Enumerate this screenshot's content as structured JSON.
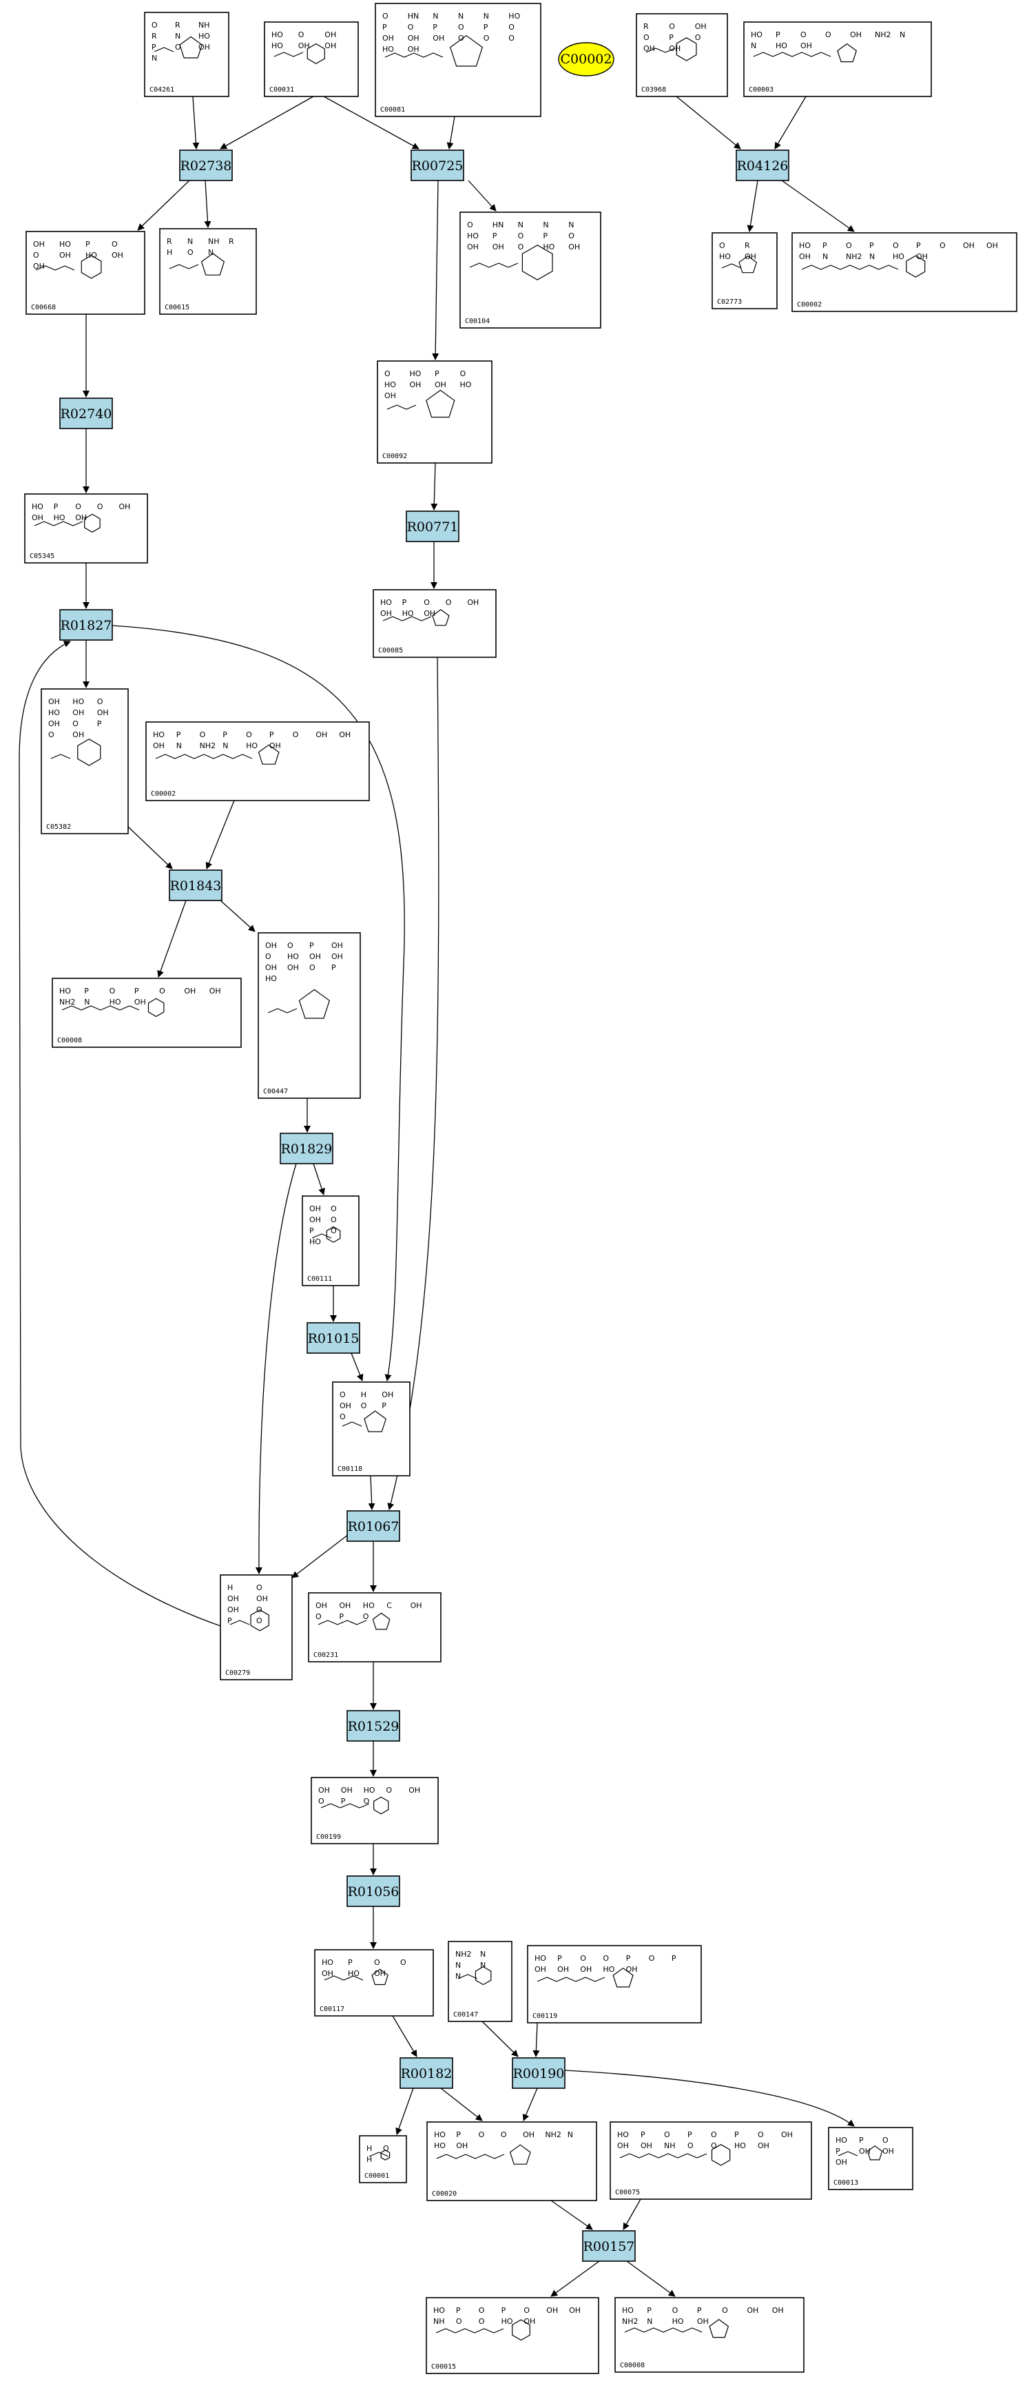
{
  "highlight_compound": {
    "id": "C00002",
    "color": "#ffff00"
  },
  "colors": {
    "reaction_fill": "#add8e6",
    "compound_fill": "#ffffff",
    "edge": "#000000"
  },
  "reactions": [
    {
      "id": "R02738"
    },
    {
      "id": "R00725"
    },
    {
      "id": "R04126"
    },
    {
      "id": "R02740"
    },
    {
      "id": "R00771"
    },
    {
      "id": "R01827"
    },
    {
      "id": "R01843"
    },
    {
      "id": "R01829"
    },
    {
      "id": "R01015"
    },
    {
      "id": "R01067"
    },
    {
      "id": "R01529"
    },
    {
      "id": "R01056"
    },
    {
      "id": "R00182"
    },
    {
      "id": "R00190"
    },
    {
      "id": "R00157"
    }
  ],
  "compounds": [
    {
      "id": "C04261",
      "atoms": [
        "O",
        "R",
        "NH",
        "R",
        "N",
        "HO",
        "P",
        "O",
        "OH",
        "N"
      ]
    },
    {
      "id": "C00031",
      "atoms": [
        "HO",
        "O",
        "OH",
        "HO",
        "OH",
        "OH"
      ]
    },
    {
      "id": "C00081",
      "atoms": [
        "O",
        "HN",
        "N",
        "N",
        "N",
        "HO",
        "P",
        "O",
        "P",
        "O",
        "P",
        "O",
        "OH",
        "OH",
        "OH",
        "O",
        "O",
        "O",
        "HO",
        "OH"
      ]
    },
    {
      "id": "C03968",
      "atoms": [
        "R",
        "O",
        "OH",
        "O",
        "P",
        "O",
        "OH",
        "OH"
      ]
    },
    {
      "id": "C00003",
      "atoms": [
        "HO",
        "P",
        "O",
        "O",
        "OH",
        "NH2",
        "N",
        "N",
        "HO",
        "OH"
      ]
    },
    {
      "id": "C00668",
      "atoms": [
        "OH",
        "HO",
        "P",
        "O",
        "O",
        "OH",
        "HO",
        "OH",
        "OH"
      ]
    },
    {
      "id": "C00615",
      "atoms": [
        "R",
        "N",
        "NH",
        "R",
        "H",
        "O",
        "N"
      ]
    },
    {
      "id": "C00104",
      "atoms": [
        "O",
        "HN",
        "N",
        "N",
        "N",
        "HO",
        "P",
        "O",
        "P",
        "O",
        "OH",
        "OH",
        "O",
        "HO",
        "OH"
      ]
    },
    {
      "id": "C02773",
      "atoms": [
        "O",
        "R",
        "HO",
        "OH"
      ]
    },
    {
      "id": "C00002",
      "atoms": [
        "HO",
        "P",
        "O",
        "P",
        "O",
        "P",
        "O",
        "OH",
        "OH",
        "OH",
        "N",
        "NH2",
        "N",
        "HO",
        "OH"
      ]
    },
    {
      "id": "C00092",
      "atoms": [
        "O",
        "HO",
        "P",
        "O",
        "HO",
        "OH",
        "OH",
        "HO",
        "OH"
      ]
    },
    {
      "id": "C05345",
      "atoms": [
        "HO",
        "P",
        "O",
        "O",
        "OH",
        "OH",
        "HO",
        "OH"
      ]
    },
    {
      "id": "C00085",
      "atoms": [
        "HO",
        "P",
        "O",
        "O",
        "OH",
        "OH",
        "HO",
        "OH"
      ]
    },
    {
      "id": "C05382",
      "atoms": [
        "OH",
        "HO",
        "O",
        "HO",
        "OH",
        "OH",
        "OH",
        "O",
        "P",
        "O",
        "OH"
      ]
    },
    {
      "id": "C00002",
      "atoms": [
        "HO",
        "P",
        "O",
        "P",
        "O",
        "P",
        "O",
        "OH",
        "OH",
        "OH",
        "N",
        "NH2",
        "N",
        "HO",
        "OH"
      ]
    },
    {
      "id": "C00008",
      "atoms": [
        "HO",
        "P",
        "O",
        "P",
        "O",
        "OH",
        "OH",
        "NH2",
        "N",
        "HO",
        "OH"
      ]
    },
    {
      "id": "C00447",
      "atoms": [
        "OH",
        "O",
        "P",
        "OH",
        "O",
        "HO",
        "OH",
        "OH",
        "OH",
        "OH",
        "O",
        "P",
        "HO"
      ]
    },
    {
      "id": "C00111",
      "atoms": [
        "OH",
        "O",
        "OH",
        "O",
        "P",
        "O",
        "HO"
      ]
    },
    {
      "id": "C00118",
      "atoms": [
        "O",
        "H",
        "OH",
        "OH",
        "O",
        "P",
        "O"
      ]
    },
    {
      "id": "C00279",
      "atoms": [
        "H",
        "O",
        "OH",
        "OH",
        "OH",
        "O",
        "P",
        "O"
      ]
    },
    {
      "id": "C00231",
      "atoms": [
        "OH",
        "OH",
        "HO",
        "C",
        "OH",
        "O",
        "P",
        "O"
      ]
    },
    {
      "id": "C00199",
      "atoms": [
        "OH",
        "OH",
        "HO",
        "O",
        "OH",
        "O",
        "P",
        "O"
      ]
    },
    {
      "id": "C00117",
      "atoms": [
        "HO",
        "P",
        "O",
        "O",
        "OH",
        "HO",
        "OH"
      ]
    },
    {
      "id": "C00147",
      "atoms": [
        "NH2",
        "N",
        "N",
        "N",
        "N"
      ]
    },
    {
      "id": "C00119",
      "atoms": [
        "HO",
        "P",
        "O",
        "O",
        "P",
        "O",
        "P",
        "OH",
        "OH",
        "OH",
        "HO",
        "OH"
      ]
    },
    {
      "id": "C00001",
      "atoms": [
        "H",
        "O",
        "H"
      ]
    },
    {
      "id": "C00020",
      "atoms": [
        "HO",
        "P",
        "O",
        "O",
        "OH",
        "NH2",
        "N",
        "HO",
        "OH"
      ]
    },
    {
      "id": "C00075",
      "atoms": [
        "HO",
        "P",
        "O",
        "P",
        "O",
        "P",
        "O",
        "OH",
        "OH",
        "OH",
        "NH",
        "O",
        "O",
        "HO",
        "OH"
      ]
    },
    {
      "id": "C00013",
      "atoms": [
        "HO",
        "P",
        "O",
        "P",
        "OH",
        "OH",
        "OH"
      ]
    },
    {
      "id": "C00015",
      "atoms": [
        "HO",
        "P",
        "O",
        "P",
        "O",
        "OH",
        "OH",
        "NH",
        "O",
        "O",
        "HO",
        "OH"
      ]
    },
    {
      "id": "C00008",
      "atoms": [
        "HO",
        "P",
        "O",
        "P",
        "O",
        "OH",
        "OH",
        "NH2",
        "N",
        "HO",
        "OH"
      ]
    }
  ]
}
